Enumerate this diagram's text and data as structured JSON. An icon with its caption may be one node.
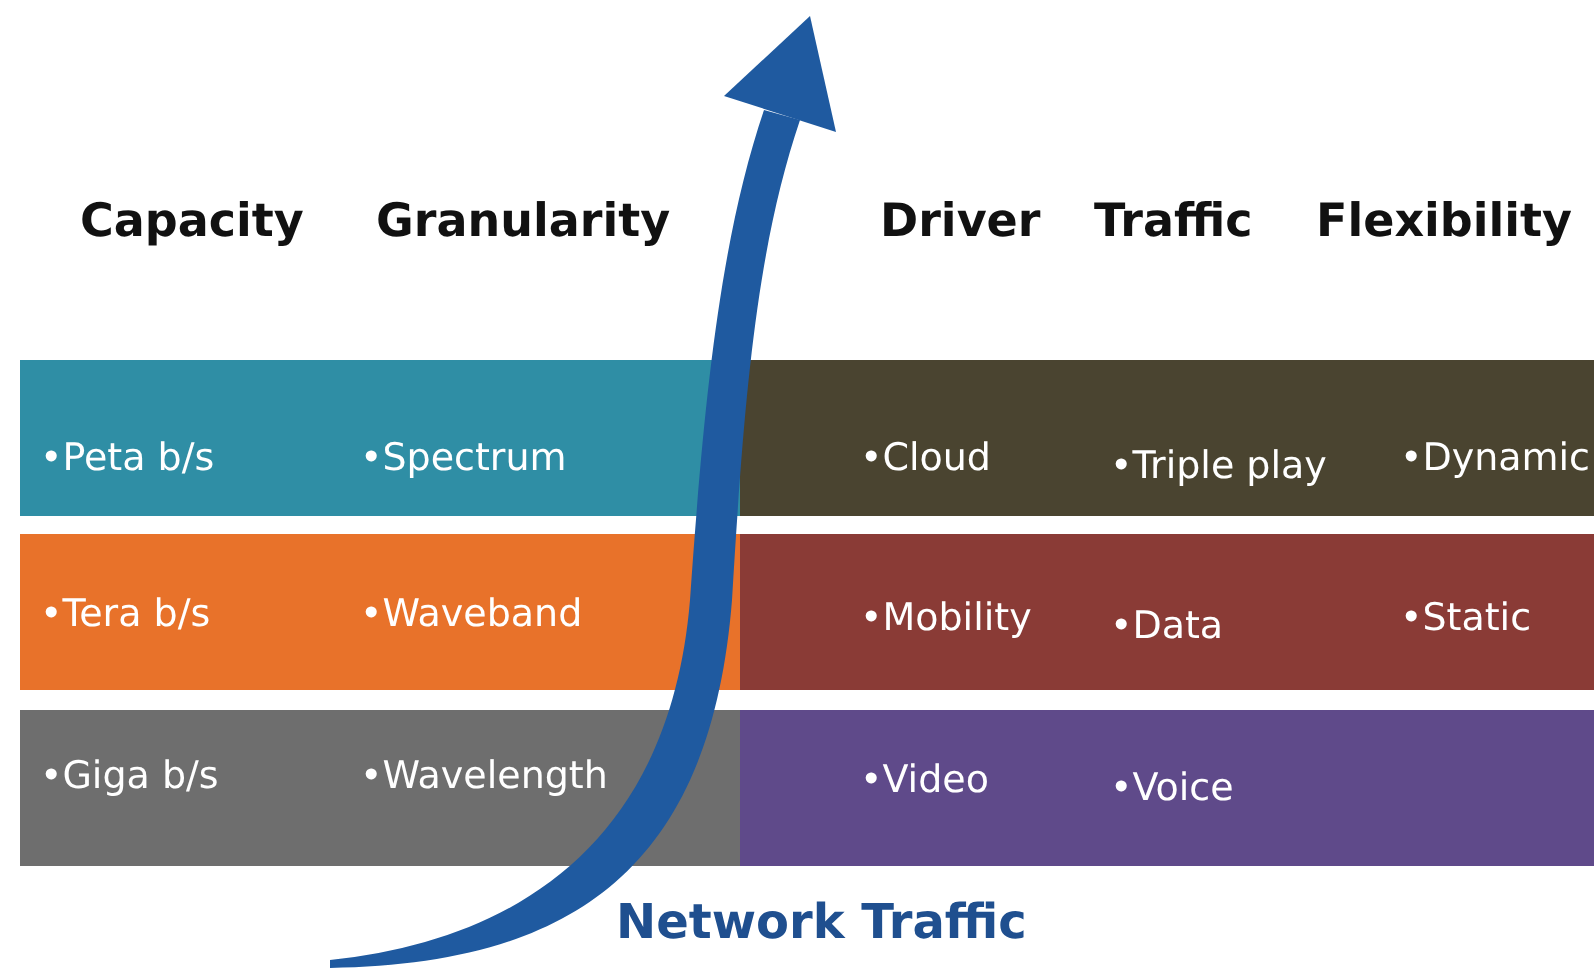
{
  "diagram": {
    "nodes": [
      {
        "text": [
          "•Peta b/s",
          "•Spectrum"
        ]
      },
      {
        "text": [
          "•Cloud",
          "•Triple play",
          "•Dynamic"
        ]
      },
      {
        "text": [
          "•Tera b/s",
          "•Waveband"
        ]
      },
      {
        "text": [
          "•Mobility",
          "•Data",
          "•Static"
        ]
      },
      {
        "text": [
          "•Giga b/s",
          "•Wavelength"
        ]
      },
      {
        "text": [
          "•Video",
          "•Voice"
        ]
      }
    ],
    "labels": [
      "Capacity",
      "Granularity",
      "Driver",
      "Traffic",
      "Flexibility",
      "Network Traffic"
    ]
  }
}
